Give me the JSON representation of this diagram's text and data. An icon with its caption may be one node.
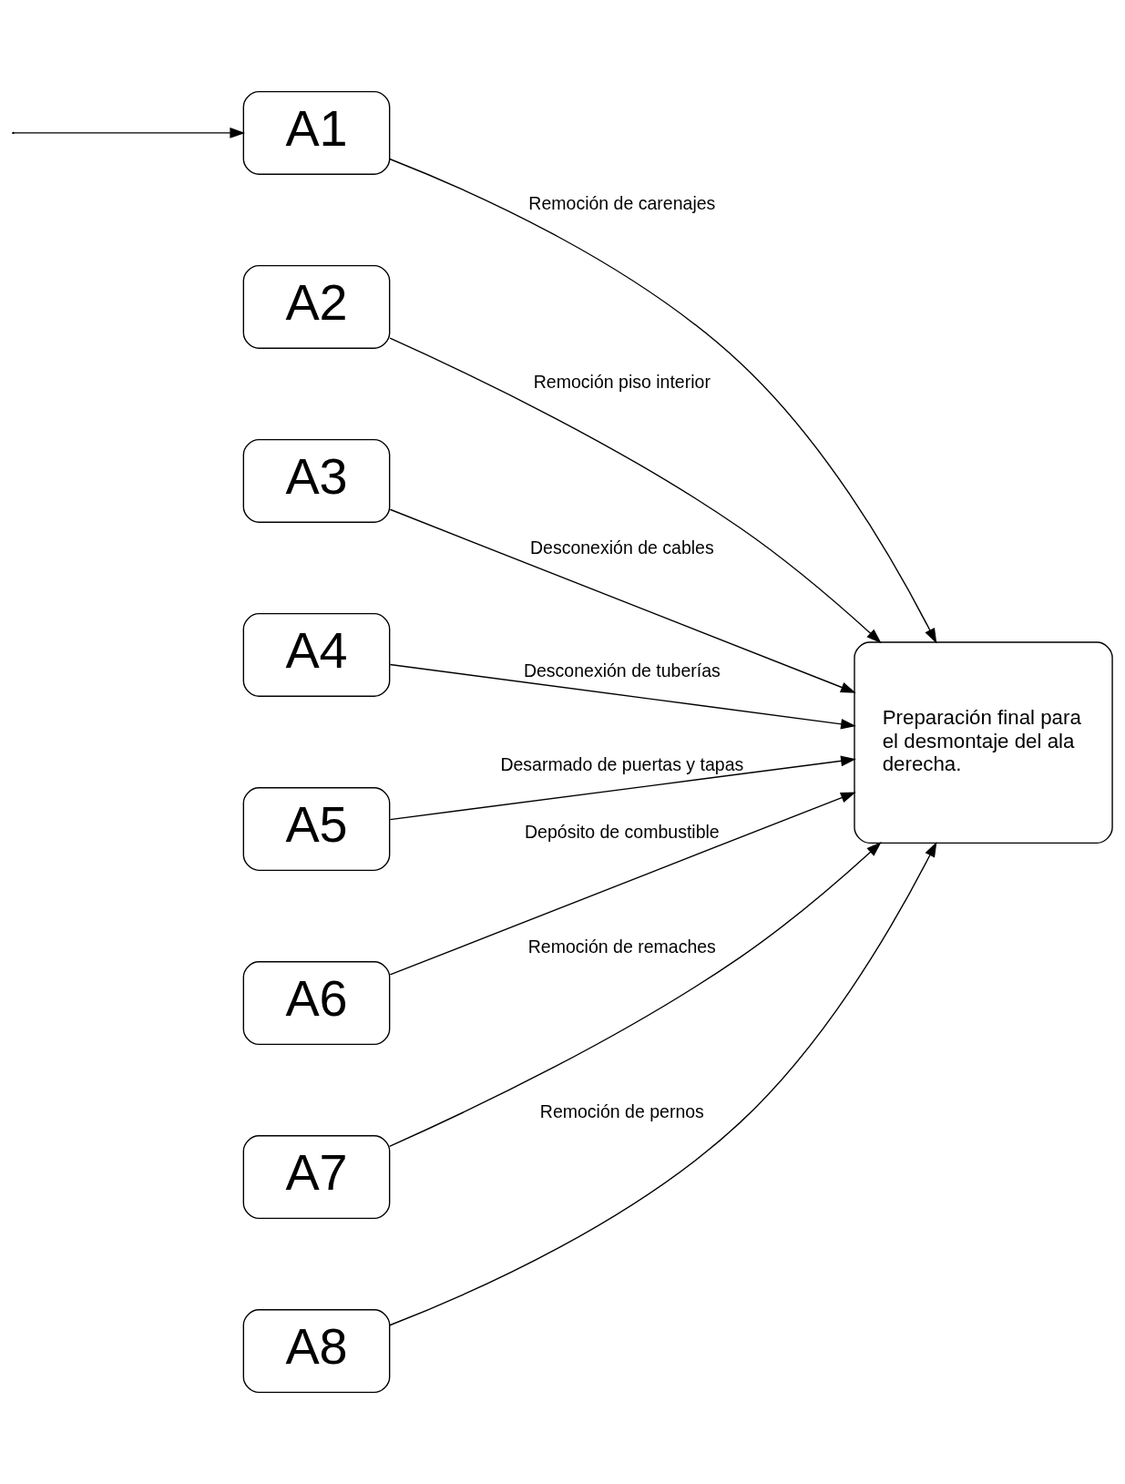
{
  "diagram": {
    "nodes": [
      {
        "text": [
          "A1"
        ]
      },
      {
        "text": [
          "A2"
        ]
      },
      {
        "text": [
          "A3"
        ]
      },
      {
        "text": [
          "A4"
        ]
      },
      {
        "text": [
          "A5"
        ]
      },
      {
        "text": [
          "A6"
        ]
      },
      {
        "text": [
          "A7"
        ]
      },
      {
        "text": [
          "A8"
        ]
      },
      {
        "text": [
          "Preparación final para el desmontaje del ala derecha."
        ]
      }
    ],
    "edges": [
      {
        "from": null,
        "to": 0,
        "arrow": "to"
      },
      {
        "from": 0,
        "to": 8,
        "arrow": "to",
        "label": "Remoción de carenajes"
      },
      {
        "from": 1,
        "to": 8,
        "arrow": "to",
        "label": "Remoción piso interior"
      },
      {
        "from": 2,
        "to": 8,
        "arrow": "to",
        "label": "Desconexión de cables"
      },
      {
        "from": 3,
        "to": 8,
        "arrow": "to",
        "label": "Desconexión de tuberías"
      },
      {
        "from": 4,
        "to": 8,
        "arrow": "to",
        "label": "Desarmado de puertas y tapas"
      },
      {
        "from": 5,
        "to": 8,
        "arrow": "to",
        "label": "Depósito de combustible"
      },
      {
        "from": 6,
        "to": 8,
        "arrow": "to",
        "label": "Remoción de remaches"
      },
      {
        "from": 7,
        "to": 8,
        "arrow": "to",
        "label": "Remoción de pernos"
      }
    ]
  }
}
